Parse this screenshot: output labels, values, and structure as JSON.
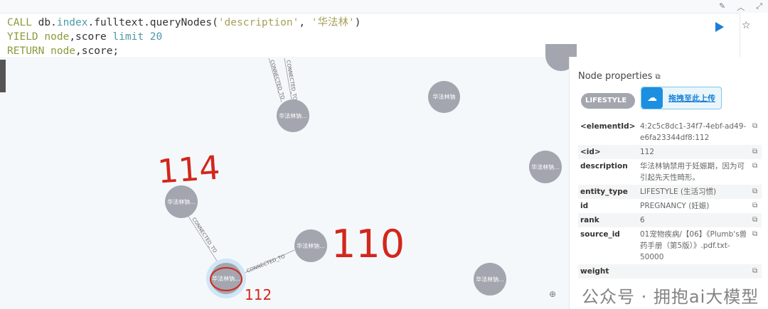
{
  "query": {
    "line1": [
      "CALL",
      " db.",
      "index",
      ".fulltext.queryNodes(",
      "'description'",
      ", ",
      "'华法林'",
      ")"
    ],
    "line2": [
      "YIELD",
      " node",
      ",score ",
      "limit",
      " 20"
    ],
    "line3": [
      "RETURN",
      " node",
      ",score;"
    ]
  },
  "toolbar": {
    "pin": "pin-icon",
    "collapse": "chevron-up-icon",
    "fullscreen": "expand-icon",
    "run": "play-icon",
    "favorite": "star-icon"
  },
  "graph": {
    "nodes": [
      {
        "label": "华法林钠..."
      },
      {
        "label": "华法林钠"
      },
      {
        "label": "华法林钠..."
      },
      {
        "label": "华法林钠..."
      },
      {
        "label": "华法林钠..."
      },
      {
        "label": "华法林钠..."
      },
      {
        "label": "华法林钠..."
      }
    ],
    "edges": [
      {
        "label": "CONNECTED_TO"
      },
      {
        "label": "CONNECTED_TO"
      },
      {
        "label": "CONNECTED_TO"
      },
      {
        "label": "CONNECTED_TO"
      }
    ],
    "annotations": [
      "114",
      "110",
      "112"
    ]
  },
  "panel": {
    "title": "Node properties",
    "badge": "LIFESTYLE",
    "upload_label": "拖拽至此上传",
    "properties": [
      {
        "key": "<elementId>",
        "value": "4:2c5c8dc1-34f7-4ebf-ad49-e6fa23344df8:112"
      },
      {
        "key": "<id>",
        "value": "112"
      },
      {
        "key": "description",
        "value": "华法林钠禁用于妊娠期，因为可引起先天性畸形。"
      },
      {
        "key": "entity_type",
        "value": "LIFESTYLE (生活习惯)"
      },
      {
        "key": "id",
        "value": "PREGNANCY (妊娠)"
      },
      {
        "key": "rank",
        "value": "6"
      },
      {
        "key": "source_id",
        "value": "01宠物疾病/【06】《Plumb's兽药手册（第5版）》.pdf.txt-50000"
      },
      {
        "key": "weight",
        "value": ""
      }
    ]
  },
  "watermark": "公众号 · 拥抱ai大模型"
}
